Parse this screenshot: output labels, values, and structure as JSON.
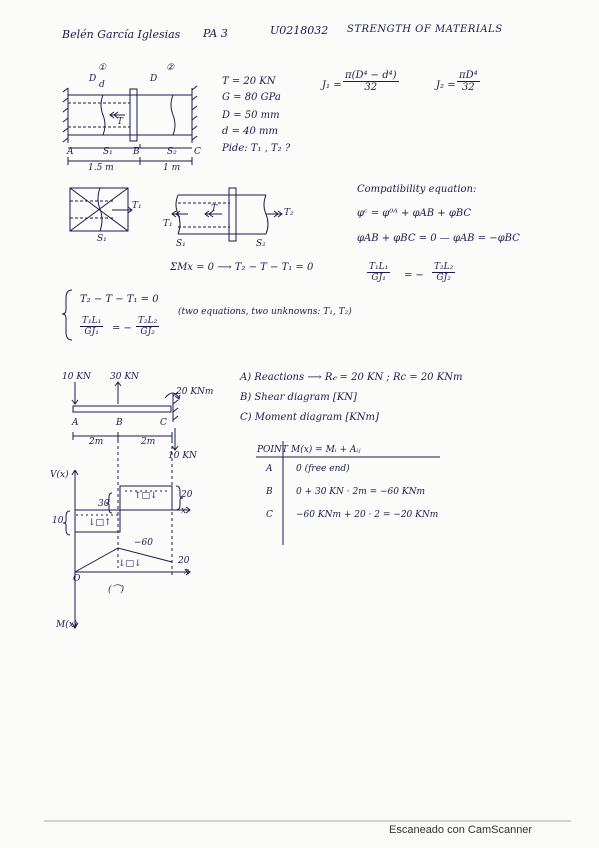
{
  "header": {
    "name": "Belén García Iglesias",
    "assignment": "PA 3",
    "student_id": "U0218032",
    "course": "STRENGTH OF MATERIALS"
  },
  "problem": {
    "labels": {
      "section1": "①",
      "section2": "②",
      "D_left": "D",
      "d1": "d",
      "D_mid": "D",
      "torque_arrow": "T",
      "A": "A",
      "S1": "S₁",
      "B": "B",
      "S2": "S₂",
      "C": "C",
      "len1": "1.5 m",
      "len2": "1 m"
    },
    "givens": [
      "T = 20 KN",
      "G = 80 GPa",
      "D = 50 mm",
      "d = 40 mm"
    ],
    "ask": "Pide: T₁ , T₂ ?",
    "formula_j1": {
      "lhs": "J₁ =",
      "num": "π(D⁴ − d⁴)",
      "den": "32"
    },
    "formula_j2": {
      "lhs": "J₂ =",
      "num": "πD⁴",
      "den": "32"
    }
  },
  "fbd": {
    "T1": "T₁",
    "T2": "T₂",
    "T": "T",
    "S1a": "S₁",
    "S1b": "S₁",
    "S2": "S₂",
    "equilibrium": "ΣMx = 0  ⟶  T₂ − T − T₁ = 0"
  },
  "compatibility": {
    "title": "Compatibility equation:",
    "eq1": "φᶜ = φ⁰ᴬ + φAB + φBC",
    "eq2": "φAB + φBC = 0  —  φAB = −φBC",
    "eq3_num1": "T₁L₁",
    "eq3_den1": "GJ₁",
    "eq3_mid": "= −",
    "eq3_num2": "T₂L₂",
    "eq3_den2": "GJ₂"
  },
  "system": {
    "eq1": "T₂ − T − T₁ = 0",
    "num1": "T₁L₁",
    "den1": "GJ₁",
    "mid": "= −",
    "num2": "T₂L₂",
    "den2": "GJ₂",
    "note": "(two equations, two unknowns: T₁, T₂)"
  },
  "beam": {
    "load_A": "10 KN",
    "load_B": "30 KN",
    "moment_C": "20 KNm",
    "reaction_C": "10 KN",
    "A": "A",
    "B": "B",
    "C": "C",
    "span1": "2m",
    "span2": "2m",
    "V_axis": "V(x)",
    "v30": "30",
    "v20": "20",
    "v10": "10",
    "sign_pos": "↑□↓",
    "sign_neg": "↓□↑",
    "x1": "x",
    "m60": "−60",
    "m20": "20",
    "M_sign": "↓□↓",
    "M_conv": "(⌒)",
    "origin": "O",
    "x2": "x",
    "M_axis": "M(x)"
  },
  "answers": {
    "a": "A) Reactions  ⟶   R𝒸 = 20 KN  ;  Rc = 20 KNm",
    "b": "B) Shear diagram  [KN]",
    "c": "C) Moment diagram  [KNm]"
  },
  "table": {
    "headers": [
      "POINT",
      "M(x) = Mᵢ + Aᵢⱼ"
    ],
    "rows": [
      [
        "A",
        "0  (free end)"
      ],
      [
        "B",
        "0 + 30 KN · 2m = −60 KNm"
      ],
      [
        "C",
        "−60 KNm + 20 · 2 = −20 KNm"
      ]
    ]
  },
  "footer": "Escaneado con CamScanner"
}
